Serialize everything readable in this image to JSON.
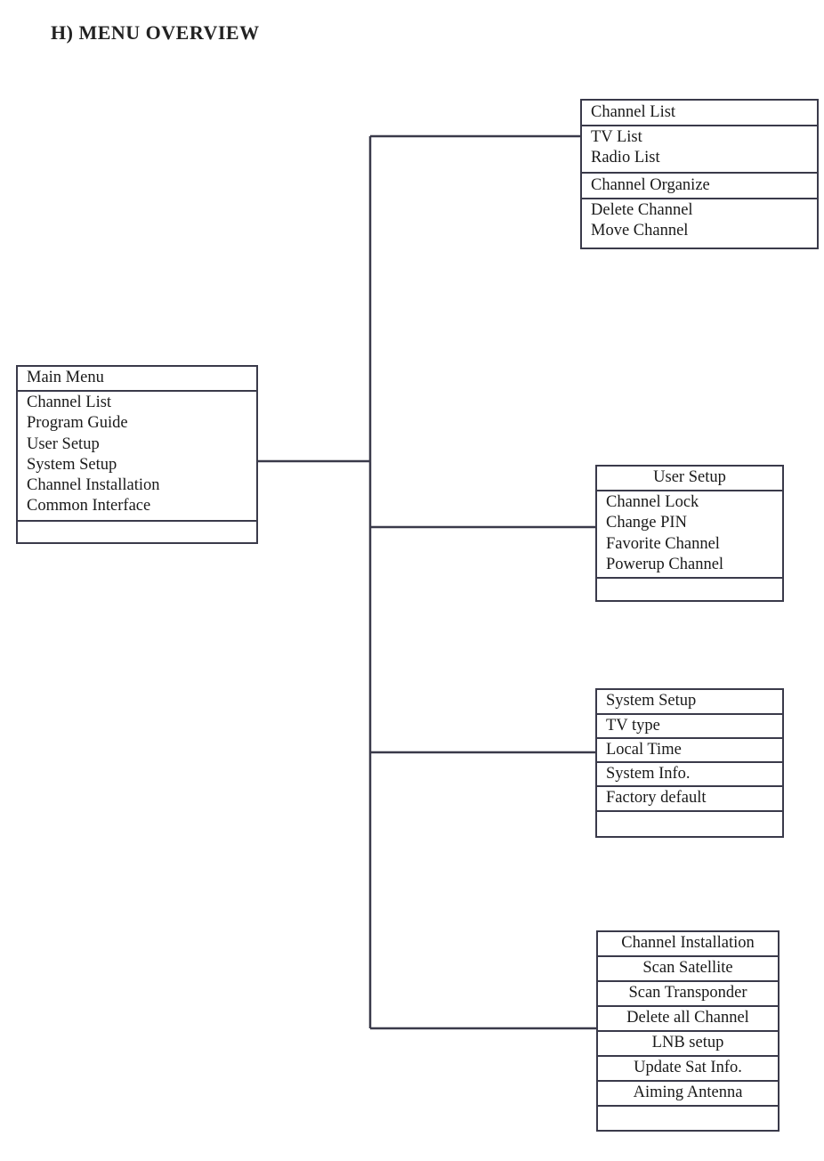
{
  "title": "H) MENU OVERVIEW",
  "main_menu": {
    "header": "Main Menu",
    "items": [
      "Channel List",
      "Program Guide",
      "User Setup",
      "System Setup",
      "Channel Installation",
      "Common Interface"
    ]
  },
  "channel_list_menu": {
    "header": "Channel List",
    "group1": [
      "TV List",
      "Radio List"
    ],
    "subheader": "Channel Organize",
    "group2": [
      "Delete Channel",
      "Move Channel"
    ]
  },
  "user_setup_menu": {
    "header": "User Setup",
    "items": [
      "Channel Lock",
      "Change PIN",
      "Favorite Channel",
      "Powerup Channel"
    ]
  },
  "system_setup_menu": {
    "header": "System Setup",
    "items": [
      "TV type",
      "Local Time",
      "System Info.",
      "Factory default"
    ]
  },
  "channel_installation_menu": {
    "header": "Channel Installation",
    "items": [
      "Scan Satellite",
      "Scan Transponder",
      "Delete all Channel",
      "LNB setup",
      "Update Sat Info.",
      "Aiming Antenna"
    ]
  }
}
